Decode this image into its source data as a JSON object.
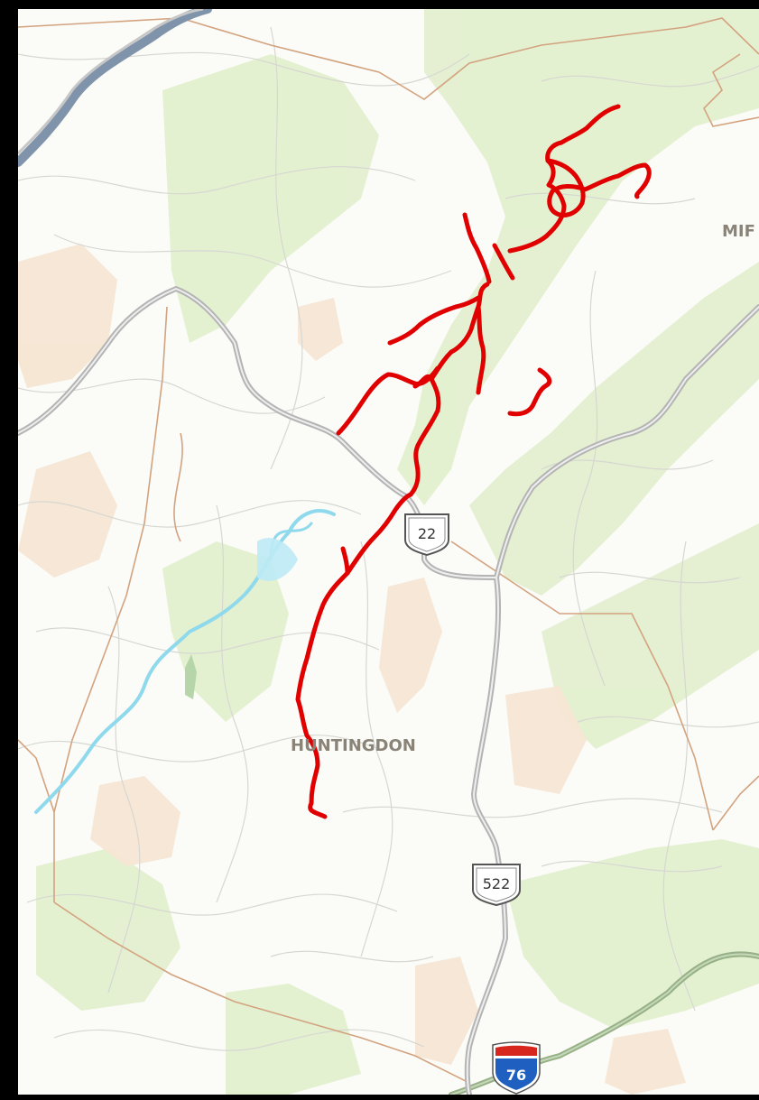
{
  "map": {
    "county_labels": [
      {
        "id": "huntingdon",
        "text": "HUNTINGDON"
      },
      {
        "id": "mifflin",
        "text": "MIF"
      }
    ],
    "route_shields": [
      {
        "id": "us-22",
        "type": "us-route",
        "number": "22"
      },
      {
        "id": "us-522",
        "type": "us-route",
        "number": "522"
      },
      {
        "id": "i-76",
        "type": "interstate",
        "number": "76"
      }
    ],
    "colors": {
      "highlight_route": "#e10000",
      "highway": "#b4b4b4",
      "interstate_corridor": "#97b187",
      "river": "#8fd9ec",
      "county_boundary": "#d3a37f",
      "forest": "#e3f0cf",
      "farmland": "#f6e6d4",
      "background": "#fbfbf8",
      "interstate_blue": "#1f5fbf",
      "interstate_red": "#d7261e"
    }
  }
}
